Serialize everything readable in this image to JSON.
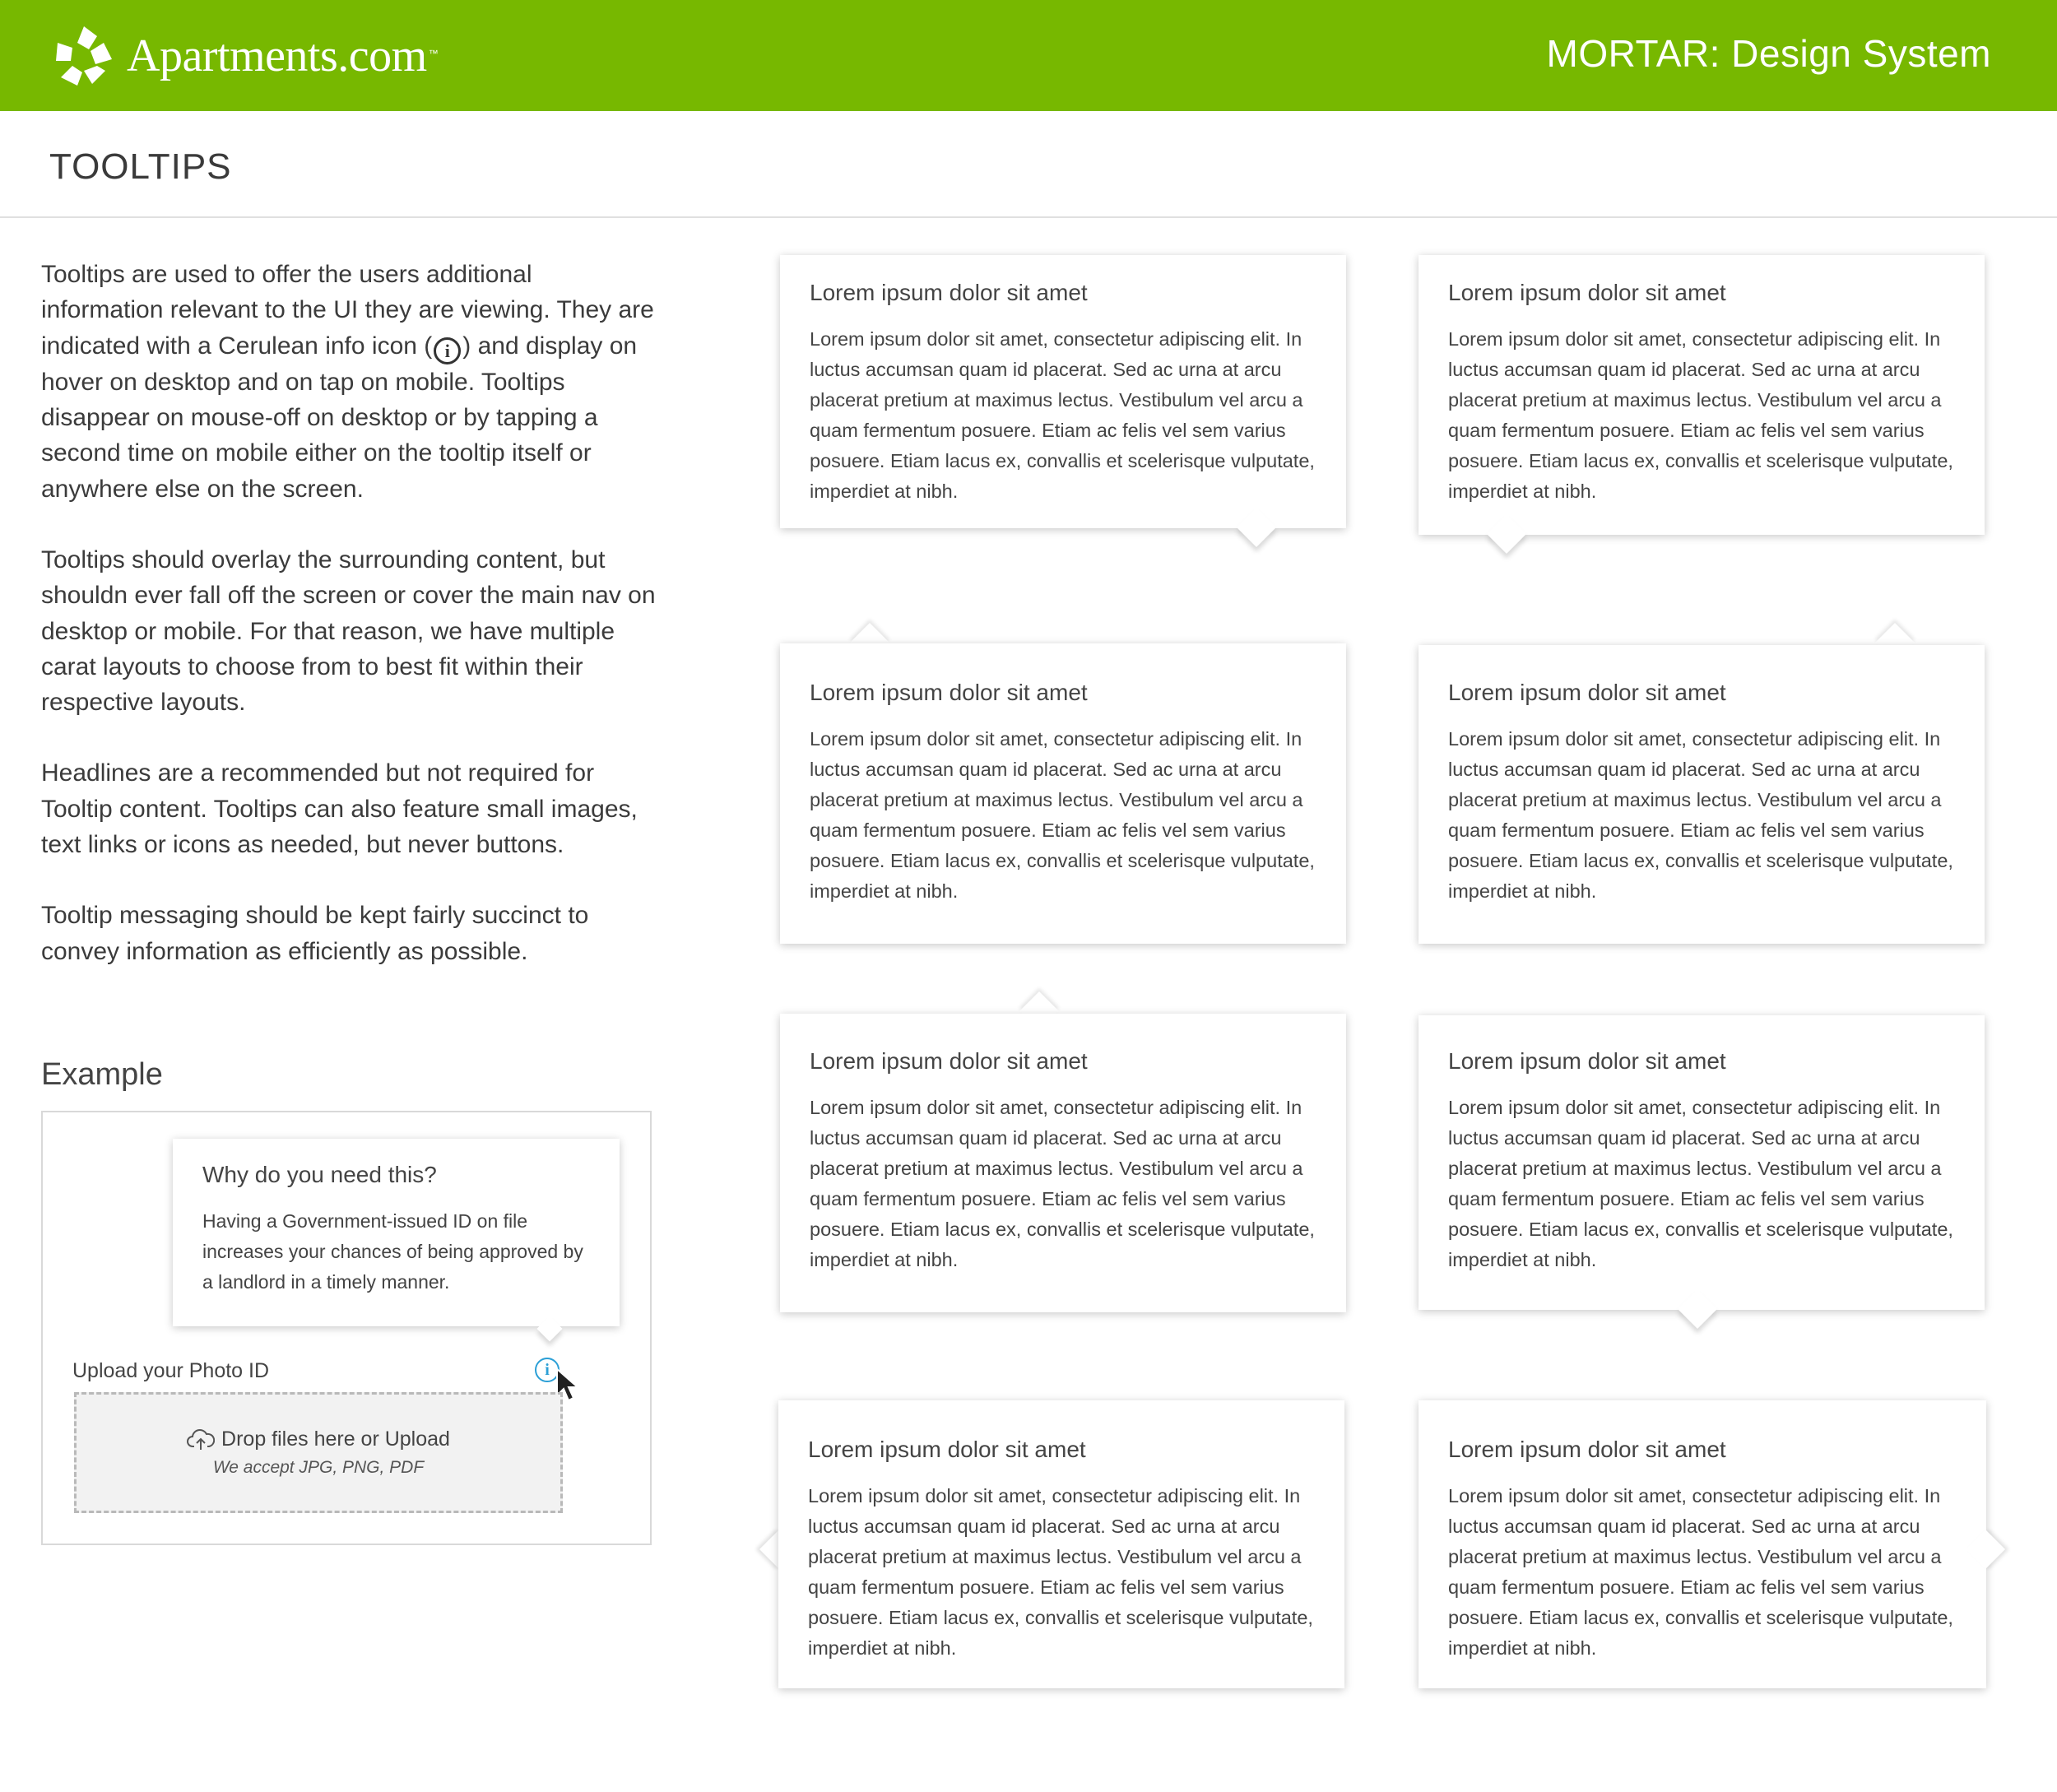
{
  "header": {
    "brand": "Apartments.com",
    "brand_tm": "™",
    "system_title": "MORTAR: Design System",
    "logo_icon": "apartments-logo-icon"
  },
  "page": {
    "title": "TOOLTIPS"
  },
  "intro": {
    "p1_a": "Tooltips are used to offer the users additional information relevant to the UI they are viewing. They are indicated with a Cerulean info icon (",
    "p1_icon": "i",
    "p1_b": ") and display on hover on desktop and on tap on mobile. Tooltips disappear on mouse-off on desktop or by tapping a second time on mobile either on the tooltip itself or anywhere else on the screen.",
    "p2": "Tooltips should overlay the surrounding content, but shouldn ever fall off the screen or cover the main nav on desktop or mobile. For that reason, we have multiple carat layouts to choose from to best fit within their respective layouts.",
    "p3": "Headlines are a recommended but not required for Tooltip content. Tooltips can also feature small images, text links or icons as needed, but never buttons.",
    "p4": "Tooltip messaging should be kept fairly succinct to convey information as efficiently as possible."
  },
  "example": {
    "heading": "Example",
    "tooltip_title": "Why do you need this?",
    "tooltip_body": "Having a Government-issued ID on file increases your chances of being approved by a landlord in a timely manner.",
    "upload_label": "Upload your Photo ID",
    "info_icon": "i",
    "drop_text": "Drop files here or Upload",
    "accept_text": "We accept JPG, PNG, PDF",
    "accent_color": "#2b9fd6"
  },
  "tooltips": [
    {
      "title": "Lorem ipsum dolor sit amet",
      "body": "Lorem ipsum dolor sit amet, consectetur adipiscing elit. In luctus accumsan quam id placerat. Sed ac urna at arcu placerat pretium at maximus lectus. Vestibulum vel arcu a quam fermentum posuere. Etiam ac felis vel sem varius posuere. Etiam lacus ex, convallis et scelerisque vulputate, imperdiet at nibh.",
      "caret": "bottom-right"
    },
    {
      "title": "Lorem ipsum dolor sit amet",
      "body": "Lorem ipsum dolor sit amet, consectetur adipiscing elit. In luctus accumsan quam id placerat. Sed ac urna at arcu placerat pretium at maximus lectus. Vestibulum vel arcu a quam fermentum posuere. Etiam ac felis vel sem varius posuere. Etiam lacus ex, convallis et scelerisque vulputate, imperdiet at nibh.",
      "caret": "bottom-left"
    },
    {
      "title": "Lorem ipsum dolor sit amet",
      "body": "Lorem ipsum dolor sit amet, consectetur adipiscing elit. In luctus accumsan quam id placerat. Sed ac urna at arcu placerat pretium at maximus lectus. Vestibulum vel arcu a quam fermentum posuere. Etiam ac felis vel sem varius posuere. Etiam lacus ex, convallis et scelerisque vulputate, imperdiet at nibh.",
      "caret": "top-left"
    },
    {
      "title": "Lorem ipsum dolor sit amet",
      "body": "Lorem ipsum dolor sit amet, consectetur adipiscing elit. In luctus accumsan quam id placerat. Sed ac urna at arcu placerat pretium at maximus lectus. Vestibulum vel arcu a quam fermentum posuere. Etiam ac felis vel sem varius posuere. Etiam lacus ex, convallis et scelerisque vulputate, imperdiet at nibh.",
      "caret": "top-right"
    },
    {
      "title": "Lorem ipsum dolor sit amet",
      "body": "Lorem ipsum dolor sit amet, consectetur adipiscing elit. In luctus accumsan quam id placerat. Sed ac urna at arcu placerat pretium at maximus lectus. Vestibulum vel arcu a quam fermentum posuere. Etiam ac felis vel sem varius posuere. Etiam lacus ex, convallis et scelerisque vulputate, imperdiet at nibh.",
      "caret": "top-center"
    },
    {
      "title": "Lorem ipsum dolor sit amet",
      "body": "Lorem ipsum dolor sit amet, consectetur adipiscing elit. In luctus accumsan quam id placerat. Sed ac urna at arcu placerat pretium at maximus lectus. Vestibulum vel arcu a quam fermentum posuere. Etiam ac felis vel sem varius posuere. Etiam lacus ex, convallis et scelerisque vulputate, imperdiet at nibh.",
      "caret": "bottom-center"
    },
    {
      "title": "Lorem ipsum dolor sit amet",
      "body": "Lorem ipsum dolor sit amet, consectetur adipiscing elit. In luctus accumsan quam id placerat. Sed ac urna at arcu placerat pretium at maximus lectus. Vestibulum vel arcu a quam fermentum posuere. Etiam ac felis vel sem varius posuere. Etiam lacus ex, convallis et scelerisque vulputate, imperdiet at nibh.",
      "caret": "left-middle"
    },
    {
      "title": "Lorem ipsum dolor sit amet",
      "body": "Lorem ipsum dolor sit amet, consectetur adipiscing elit. In luctus accumsan quam id placerat. Sed ac urna at arcu placerat pretium at maximus lectus. Vestibulum vel arcu a quam fermentum posuere. Etiam ac felis vel sem varius posuere. Etiam lacus ex, convallis et scelerisque vulputate, imperdiet at nibh.",
      "caret": "right-middle"
    }
  ],
  "colors": {
    "brand_green": "#77b800",
    "cerulean": "#2b9fd6"
  }
}
